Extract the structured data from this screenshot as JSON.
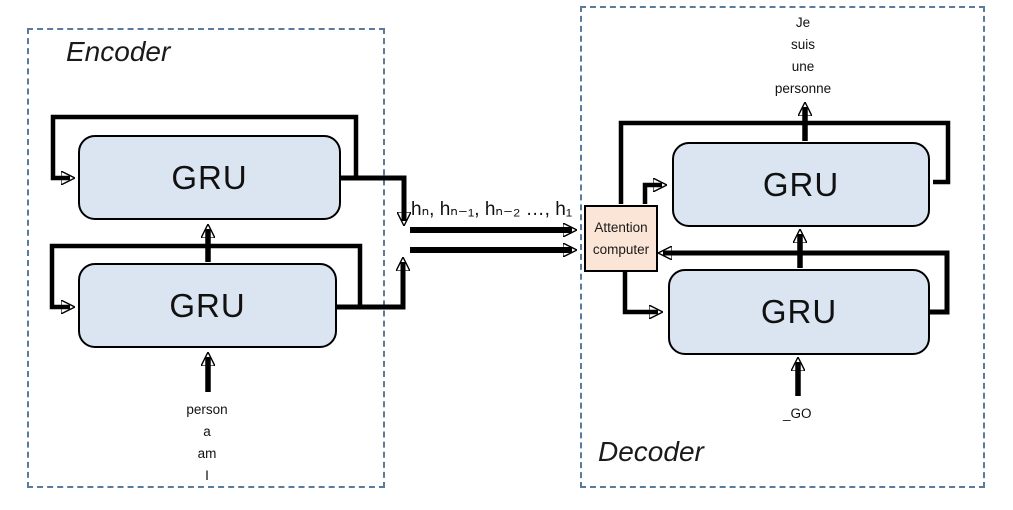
{
  "encoder": {
    "label": "Encoder",
    "gru_top_label": "GRU",
    "gru_bottom_label": "GRU",
    "input_words": [
      "person",
      "a",
      "am",
      "I"
    ]
  },
  "decoder": {
    "label": "Decoder",
    "gru_top_label": "GRU",
    "gru_bottom_label": "GRU",
    "output_words": [
      "Je",
      "suis",
      "une",
      "personne"
    ],
    "start_token": "_GO"
  },
  "attention": {
    "label": "Attention computer"
  },
  "hidden_states_label": "hₙ, hₙ₋₁, hₙ₋₂ …, h₁",
  "colors": {
    "gru_fill": "#dbe5f1",
    "attention_fill": "#fbe5d6",
    "dashed_border": "#5b7b9b",
    "line": "#000000",
    "background": "#ffffff"
  }
}
